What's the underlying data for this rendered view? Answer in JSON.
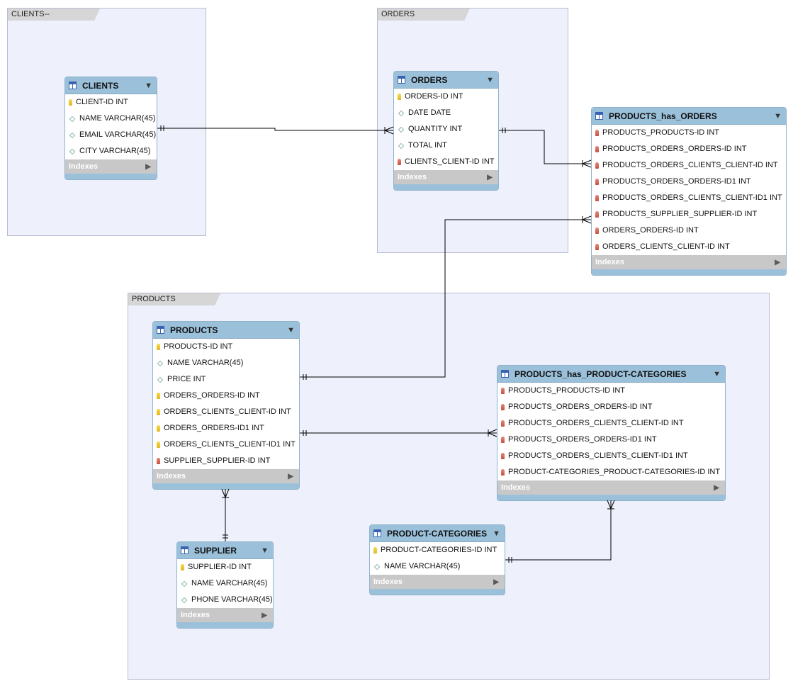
{
  "layers": {
    "clients": {
      "label": "CLIENTS--"
    },
    "orders": {
      "label": "ORDERS"
    },
    "products": {
      "label": "PRODUCTS"
    }
  },
  "tables": {
    "clients": {
      "name": "CLIENTS",
      "columns": [
        {
          "key": "pk",
          "text": "CLIENT-ID INT"
        },
        {
          "key": "col",
          "text": "NAME VARCHAR(45)"
        },
        {
          "key": "col",
          "text": "EMAIL VARCHAR(45)"
        },
        {
          "key": "col",
          "text": "CITY VARCHAR(45)"
        }
      ],
      "indexes": "Indexes"
    },
    "orders": {
      "name": "ORDERS",
      "columns": [
        {
          "key": "pk",
          "text": "ORDERS-ID INT"
        },
        {
          "key": "col",
          "text": "DATE DATE"
        },
        {
          "key": "col",
          "text": "QUANTITY INT"
        },
        {
          "key": "col",
          "text": "TOTAL INT"
        },
        {
          "key": "fk",
          "text": "CLIENTS_CLIENT-ID INT"
        }
      ],
      "indexes": "Indexes"
    },
    "products_has_orders": {
      "name": "PRODUCTS_has_ORDERS",
      "columns": [
        {
          "key": "fk",
          "text": "PRODUCTS_PRODUCTS-ID INT"
        },
        {
          "key": "fk",
          "text": "PRODUCTS_ORDERS_ORDERS-ID INT"
        },
        {
          "key": "fk",
          "text": "PRODUCTS_ORDERS_CLIENTS_CLIENT-ID INT"
        },
        {
          "key": "fk",
          "text": "PRODUCTS_ORDERS_ORDERS-ID1 INT"
        },
        {
          "key": "fk",
          "text": "PRODUCTS_ORDERS_CLIENTS_CLIENT-ID1 INT"
        },
        {
          "key": "fk",
          "text": "PRODUCTS_SUPPLIER_SUPPLIER-ID INT"
        },
        {
          "key": "fk",
          "text": "ORDERS_ORDERS-ID INT"
        },
        {
          "key": "fk",
          "text": "ORDERS_CLIENTS_CLIENT-ID INT"
        }
      ],
      "indexes": "Indexes"
    },
    "products": {
      "name": "PRODUCTS",
      "columns": [
        {
          "key": "pk",
          "text": "PRODUCTS-ID INT"
        },
        {
          "key": "col",
          "text": "NAME VARCHAR(45)"
        },
        {
          "key": "col",
          "text": "PRICE INT"
        },
        {
          "key": "pk",
          "text": "ORDERS_ORDERS-ID INT"
        },
        {
          "key": "pk",
          "text": "ORDERS_CLIENTS_CLIENT-ID INT"
        },
        {
          "key": "pk",
          "text": "ORDERS_ORDERS-ID1 INT"
        },
        {
          "key": "pk",
          "text": "ORDERS_CLIENTS_CLIENT-ID1 INT"
        },
        {
          "key": "fk",
          "text": "SUPPLIER_SUPPLIER-ID INT"
        }
      ],
      "indexes": "Indexes"
    },
    "products_has_product_categories": {
      "name": "PRODUCTS_has_PRODUCT-CATEGORIES",
      "columns": [
        {
          "key": "fk",
          "text": "PRODUCTS_PRODUCTS-ID INT"
        },
        {
          "key": "fk",
          "text": "PRODUCTS_ORDERS_ORDERS-ID INT"
        },
        {
          "key": "fk",
          "text": "PRODUCTS_ORDERS_CLIENTS_CLIENT-ID INT"
        },
        {
          "key": "fk",
          "text": "PRODUCTS_ORDERS_ORDERS-ID1 INT"
        },
        {
          "key": "fk",
          "text": "PRODUCTS_ORDERS_CLIENTS_CLIENT-ID1 INT"
        },
        {
          "key": "fk",
          "text": "PRODUCT-CATEGORIES_PRODUCT-CATEGORIES-ID INT"
        }
      ],
      "indexes": "Indexes"
    },
    "supplier": {
      "name": "SUPPLIER",
      "columns": [
        {
          "key": "pk",
          "text": "SUPPLIER-ID INT"
        },
        {
          "key": "col",
          "text": "NAME VARCHAR(45)"
        },
        {
          "key": "col",
          "text": "PHONE VARCHAR(45)"
        }
      ],
      "indexes": "Indexes"
    },
    "product_categories": {
      "name": "PRODUCT-CATEGORIES",
      "columns": [
        {
          "key": "pk",
          "text": "PRODUCT-CATEGORIES-ID INT"
        },
        {
          "key": "col",
          "text": "NAME VARCHAR(45)"
        }
      ],
      "indexes": "Indexes"
    }
  },
  "icons": {
    "toggle": "▼",
    "expand": "▶"
  }
}
